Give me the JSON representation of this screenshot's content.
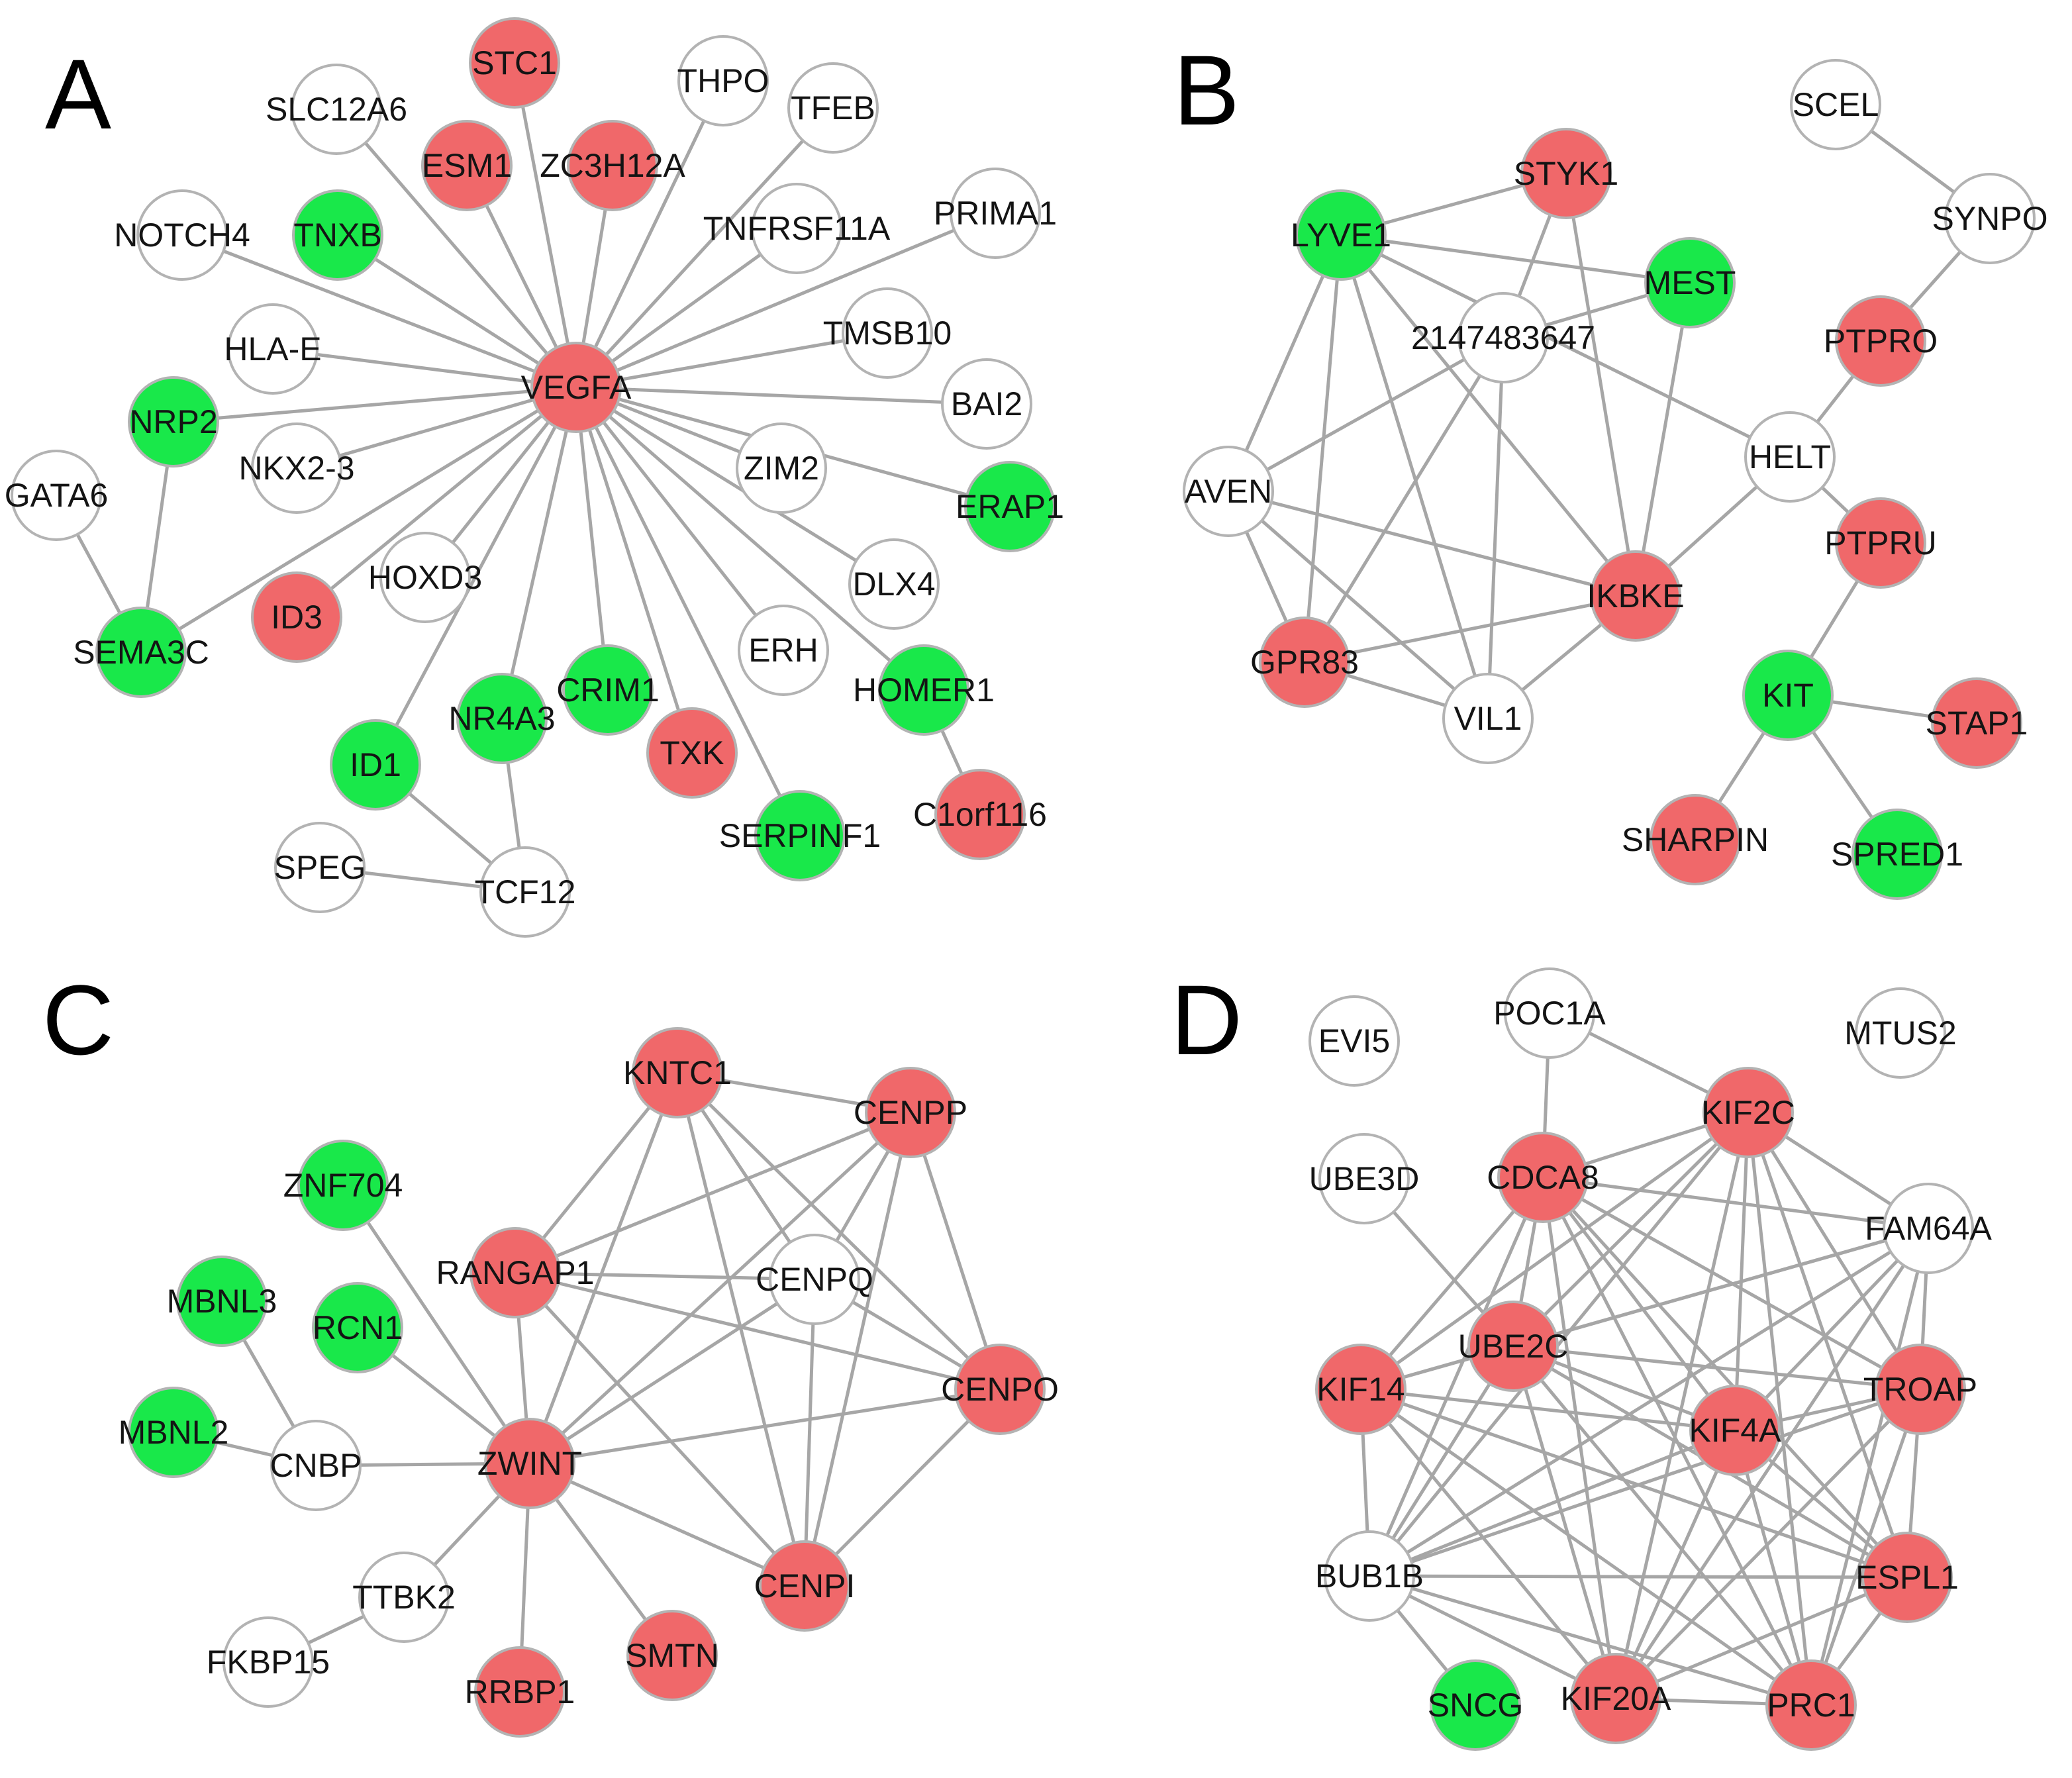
{
  "colors": {
    "up": "#f0686a",
    "down": "#19e84a",
    "neutral": "#ffffff",
    "edge": "#a6a6a6",
    "outline": "#b3b3b3"
  },
  "panels": [
    {
      "letter": "A",
      "nodes": [
        {
          "id": "VEGFA",
          "label": "VEGFA",
          "status": "up"
        },
        {
          "id": "STC1",
          "label": "STC1",
          "status": "up"
        },
        {
          "id": "ESM1",
          "label": "ESM1",
          "status": "up"
        },
        {
          "id": "ZC3H12A",
          "label": "ZC3H12A",
          "status": "up"
        },
        {
          "id": "THPO",
          "label": "THPO",
          "status": "neutral"
        },
        {
          "id": "TFEB",
          "label": "TFEB",
          "status": "neutral"
        },
        {
          "id": "SLC12A6",
          "label": "SLC12A6",
          "status": "neutral"
        },
        {
          "id": "NOTCH4",
          "label": "NOTCH4",
          "status": "neutral"
        },
        {
          "id": "TNXB",
          "label": "TNXB",
          "status": "down"
        },
        {
          "id": "TNFRSF11A",
          "label": "TNFRSF11A",
          "status": "neutral"
        },
        {
          "id": "PRIMA1",
          "label": "PRIMA1",
          "status": "neutral"
        },
        {
          "id": "HLA-E",
          "label": "HLA-E",
          "status": "neutral"
        },
        {
          "id": "TMSB10",
          "label": "TMSB10",
          "status": "neutral"
        },
        {
          "id": "BAI2",
          "label": "BAI2",
          "status": "neutral"
        },
        {
          "id": "NRP2",
          "label": "NRP2",
          "status": "down"
        },
        {
          "id": "NKX2-3",
          "label": "NKX2-3",
          "status": "neutral"
        },
        {
          "id": "ZIM2",
          "label": "ZIM2",
          "status": "neutral"
        },
        {
          "id": "ERAP1",
          "label": "ERAP1",
          "status": "down"
        },
        {
          "id": "GATA6",
          "label": "GATA6",
          "status": "neutral"
        },
        {
          "id": "HOXD3",
          "label": "HOXD3",
          "status": "neutral"
        },
        {
          "id": "ID3",
          "label": "ID3",
          "status": "up"
        },
        {
          "id": "DLX4",
          "label": "DLX4",
          "status": "neutral"
        },
        {
          "id": "SEMA3C",
          "label": "SEMA3C",
          "status": "down"
        },
        {
          "id": "ERH",
          "label": "ERH",
          "status": "neutral"
        },
        {
          "id": "CRIM1",
          "label": "CRIM1",
          "status": "down"
        },
        {
          "id": "HOMER1",
          "label": "HOMER1",
          "status": "down"
        },
        {
          "id": "NR4A3",
          "label": "NR4A3",
          "status": "down"
        },
        {
          "id": "TXK",
          "label": "TXK",
          "status": "up"
        },
        {
          "id": "ID1",
          "label": "ID1",
          "status": "down"
        },
        {
          "id": "C1orf116",
          "label": "C1orf116",
          "status": "up"
        },
        {
          "id": "SERPINF1",
          "label": "SERPINF1",
          "status": "down"
        },
        {
          "id": "SPEG",
          "label": "SPEG",
          "status": "neutral"
        },
        {
          "id": "TCF12",
          "label": "TCF12",
          "status": "neutral"
        }
      ],
      "edges": [
        [
          "VEGFA",
          "STC1"
        ],
        [
          "VEGFA",
          "ESM1"
        ],
        [
          "VEGFA",
          "ZC3H12A"
        ],
        [
          "VEGFA",
          "THPO"
        ],
        [
          "VEGFA",
          "TFEB"
        ],
        [
          "VEGFA",
          "SLC12A6"
        ],
        [
          "VEGFA",
          "NOTCH4"
        ],
        [
          "VEGFA",
          "TNXB"
        ],
        [
          "VEGFA",
          "TNFRSF11A"
        ],
        [
          "VEGFA",
          "PRIMA1"
        ],
        [
          "VEGFA",
          "HLA-E"
        ],
        [
          "VEGFA",
          "TMSB10"
        ],
        [
          "VEGFA",
          "BAI2"
        ],
        [
          "VEGFA",
          "NRP2"
        ],
        [
          "VEGFA",
          "NKX2-3"
        ],
        [
          "VEGFA",
          "ZIM2"
        ],
        [
          "VEGFA",
          "ERAP1"
        ],
        [
          "VEGFA",
          "HOXD3"
        ],
        [
          "VEGFA",
          "ID3"
        ],
        [
          "VEGFA",
          "DLX4"
        ],
        [
          "VEGFA",
          "SEMA3C"
        ],
        [
          "VEGFA",
          "ERH"
        ],
        [
          "VEGFA",
          "CRIM1"
        ],
        [
          "VEGFA",
          "HOMER1"
        ],
        [
          "VEGFA",
          "NR4A3"
        ],
        [
          "VEGFA",
          "TXK"
        ],
        [
          "VEGFA",
          "ID1"
        ],
        [
          "VEGFA",
          "SERPINF1"
        ],
        [
          "NRP2",
          "SEMA3C"
        ],
        [
          "GATA6",
          "SEMA3C"
        ],
        [
          "HOMER1",
          "C1orf116"
        ],
        [
          "ID1",
          "TCF12"
        ],
        [
          "NR4A3",
          "TCF12"
        ],
        [
          "SPEG",
          "TCF12"
        ]
      ]
    },
    {
      "letter": "B",
      "nodes": [
        {
          "id": "SCEL",
          "label": "SCEL",
          "status": "neutral"
        },
        {
          "id": "STYK1",
          "label": "STYK1",
          "status": "up"
        },
        {
          "id": "LYVE1",
          "label": "LYVE1",
          "status": "down"
        },
        {
          "id": "SYNPO",
          "label": "SYNPO",
          "status": "neutral"
        },
        {
          "id": "MEST",
          "label": "MEST",
          "status": "down"
        },
        {
          "id": "2147483647",
          "label": "2147483647",
          "status": "neutral"
        },
        {
          "id": "PTPRO",
          "label": "PTPRO",
          "status": "up"
        },
        {
          "id": "HELT",
          "label": "HELT",
          "status": "neutral"
        },
        {
          "id": "AVEN",
          "label": "AVEN",
          "status": "neutral"
        },
        {
          "id": "PTPRU",
          "label": "PTPRU",
          "status": "up"
        },
        {
          "id": "IKBKE",
          "label": "IKBKE",
          "status": "up"
        },
        {
          "id": "GPR83",
          "label": "GPR83",
          "status": "up"
        },
        {
          "id": "KIT",
          "label": "KIT",
          "status": "down"
        },
        {
          "id": "VIL1",
          "label": "VIL1",
          "status": "neutral"
        },
        {
          "id": "STAP1",
          "label": "STAP1",
          "status": "up"
        },
        {
          "id": "SHARPIN",
          "label": "SHARPIN",
          "status": "up"
        },
        {
          "id": "SPRED1",
          "label": "SPRED1",
          "status": "down"
        }
      ],
      "edges": [
        [
          "LYVE1",
          "STYK1"
        ],
        [
          "LYVE1",
          "MEST"
        ],
        [
          "LYVE1",
          "AVEN"
        ],
        [
          "LYVE1",
          "GPR83"
        ],
        [
          "LYVE1",
          "VIL1"
        ],
        [
          "LYVE1",
          "IKBKE"
        ],
        [
          "LYVE1",
          "HELT"
        ],
        [
          "STYK1",
          "2147483647"
        ],
        [
          "STYK1",
          "IKBKE"
        ],
        [
          "MEST",
          "2147483647"
        ],
        [
          "MEST",
          "IKBKE"
        ],
        [
          "2147483647",
          "AVEN"
        ],
        [
          "2147483647",
          "GPR83"
        ],
        [
          "2147483647",
          "VIL1"
        ],
        [
          "AVEN",
          "GPR83"
        ],
        [
          "AVEN",
          "VIL1"
        ],
        [
          "AVEN",
          "IKBKE"
        ],
        [
          "GPR83",
          "IKBKE"
        ],
        [
          "GPR83",
          "VIL1"
        ],
        [
          "VIL1",
          "IKBKE"
        ],
        [
          "IKBKE",
          "HELT"
        ],
        [
          "HELT",
          "PTPRO"
        ],
        [
          "HELT",
          "PTPRU"
        ],
        [
          "PTPRO",
          "SYNPO"
        ],
        [
          "SCEL",
          "SYNPO"
        ],
        [
          "PTPRU",
          "KIT"
        ],
        [
          "KIT",
          "STAP1"
        ],
        [
          "KIT",
          "SHARPIN"
        ],
        [
          "KIT",
          "SPRED1"
        ]
      ]
    },
    {
      "letter": "C",
      "nodes": [
        {
          "id": "KNTC1",
          "label": "KNTC1",
          "status": "up"
        },
        {
          "id": "CENPP",
          "label": "CENPP",
          "status": "up"
        },
        {
          "id": "ZNF704",
          "label": "ZNF704",
          "status": "down"
        },
        {
          "id": "RANGAP1",
          "label": "RANGAP1",
          "status": "up"
        },
        {
          "id": "CENPQ",
          "label": "CENPQ",
          "status": "neutral"
        },
        {
          "id": "MBNL3",
          "label": "MBNL3",
          "status": "down"
        },
        {
          "id": "RCN1",
          "label": "RCN1",
          "status": "down"
        },
        {
          "id": "CENPO",
          "label": "CENPO",
          "status": "up"
        },
        {
          "id": "MBNL2",
          "label": "MBNL2",
          "status": "down"
        },
        {
          "id": "CNBP",
          "label": "CNBP",
          "status": "neutral"
        },
        {
          "id": "ZWINT",
          "label": "ZWINT",
          "status": "up"
        },
        {
          "id": "CENPI",
          "label": "CENPI",
          "status": "up"
        },
        {
          "id": "TTBK2",
          "label": "TTBK2",
          "status": "neutral"
        },
        {
          "id": "FKBP15",
          "label": "FKBP15",
          "status": "neutral"
        },
        {
          "id": "SMTN",
          "label": "SMTN",
          "status": "up"
        },
        {
          "id": "RRBP1",
          "label": "RRBP1",
          "status": "up"
        }
      ],
      "edges": [
        [
          "KNTC1",
          "CENPP"
        ],
        [
          "KNTC1",
          "RANGAP1"
        ],
        [
          "KNTC1",
          "ZWINT"
        ],
        [
          "KNTC1",
          "CENPQ"
        ],
        [
          "KNTC1",
          "CENPO"
        ],
        [
          "KNTC1",
          "CENPI"
        ],
        [
          "CENPP",
          "RANGAP1"
        ],
        [
          "CENPP",
          "ZWINT"
        ],
        [
          "CENPP",
          "CENPQ"
        ],
        [
          "CENPP",
          "CENPO"
        ],
        [
          "CENPP",
          "CENPI"
        ],
        [
          "RANGAP1",
          "CENPQ"
        ],
        [
          "RANGAP1",
          "CENPO"
        ],
        [
          "RANGAP1",
          "ZWINT"
        ],
        [
          "RANGAP1",
          "CENPI"
        ],
        [
          "CENPQ",
          "ZWINT"
        ],
        [
          "CENPQ",
          "CENPO"
        ],
        [
          "CENPQ",
          "CENPI"
        ],
        [
          "CENPO",
          "ZWINT"
        ],
        [
          "CENPO",
          "CENPI"
        ],
        [
          "ZWINT",
          "CENPI"
        ],
        [
          "ZWINT",
          "ZNF704"
        ],
        [
          "ZWINT",
          "RCN1"
        ],
        [
          "ZWINT",
          "CNBP"
        ],
        [
          "ZWINT",
          "TTBK2"
        ],
        [
          "ZWINT",
          "RRBP1"
        ],
        [
          "ZWINT",
          "SMTN"
        ],
        [
          "MBNL3",
          "CNBP"
        ],
        [
          "MBNL2",
          "CNBP"
        ],
        [
          "TTBK2",
          "FKBP15"
        ]
      ]
    },
    {
      "letter": "D",
      "nodes": [
        {
          "id": "EVI5",
          "label": "EVI5",
          "status": "neutral"
        },
        {
          "id": "POC1A",
          "label": "POC1A",
          "status": "neutral"
        },
        {
          "id": "MTUS2",
          "label": "MTUS2",
          "status": "neutral"
        },
        {
          "id": "KIF2C",
          "label": "KIF2C",
          "status": "up"
        },
        {
          "id": "UBE3D",
          "label": "UBE3D",
          "status": "neutral"
        },
        {
          "id": "CDCA8",
          "label": "CDCA8",
          "status": "up"
        },
        {
          "id": "FAM64A",
          "label": "FAM64A",
          "status": "neutral"
        },
        {
          "id": "UBE2C",
          "label": "UBE2C",
          "status": "up"
        },
        {
          "id": "KIF14",
          "label": "KIF14",
          "status": "up"
        },
        {
          "id": "TROAP",
          "label": "TROAP",
          "status": "up"
        },
        {
          "id": "KIF4A",
          "label": "KIF4A",
          "status": "up"
        },
        {
          "id": "BUB1B",
          "label": "BUB1B",
          "status": "neutral"
        },
        {
          "id": "ESPL1",
          "label": "ESPL1",
          "status": "up"
        },
        {
          "id": "SNCG",
          "label": "SNCG",
          "status": "down"
        },
        {
          "id": "KIF20A",
          "label": "KIF20A",
          "status": "up"
        },
        {
          "id": "PRC1",
          "label": "PRC1",
          "status": "up"
        }
      ],
      "edges": [
        [
          "POC1A",
          "CDCA8"
        ],
        [
          "POC1A",
          "KIF2C"
        ],
        [
          "UBE3D",
          "UBE2C"
        ],
        [
          "BUB1B",
          "SNCG"
        ],
        [
          "CDCA8",
          "KIF2C"
        ],
        [
          "CDCA8",
          "FAM64A"
        ],
        [
          "CDCA8",
          "UBE2C"
        ],
        [
          "CDCA8",
          "KIF14"
        ],
        [
          "CDCA8",
          "TROAP"
        ],
        [
          "CDCA8",
          "KIF4A"
        ],
        [
          "CDCA8",
          "BUB1B"
        ],
        [
          "CDCA8",
          "ESPL1"
        ],
        [
          "CDCA8",
          "KIF20A"
        ],
        [
          "CDCA8",
          "PRC1"
        ],
        [
          "KIF2C",
          "FAM64A"
        ],
        [
          "KIF2C",
          "UBE2C"
        ],
        [
          "KIF2C",
          "KIF14"
        ],
        [
          "KIF2C",
          "TROAP"
        ],
        [
          "KIF2C",
          "KIF4A"
        ],
        [
          "KIF2C",
          "BUB1B"
        ],
        [
          "KIF2C",
          "ESPL1"
        ],
        [
          "KIF2C",
          "KIF20A"
        ],
        [
          "KIF2C",
          "PRC1"
        ],
        [
          "FAM64A",
          "UBE2C"
        ],
        [
          "FAM64A",
          "KIF14"
        ],
        [
          "FAM64A",
          "TROAP"
        ],
        [
          "FAM64A",
          "KIF4A"
        ],
        [
          "FAM64A",
          "BUB1B"
        ],
        [
          "FAM64A",
          "KIF20A"
        ],
        [
          "FAM64A",
          "PRC1"
        ],
        [
          "UBE2C",
          "KIF14"
        ],
        [
          "UBE2C",
          "TROAP"
        ],
        [
          "UBE2C",
          "KIF4A"
        ],
        [
          "UBE2C",
          "BUB1B"
        ],
        [
          "UBE2C",
          "ESPL1"
        ],
        [
          "UBE2C",
          "KIF20A"
        ],
        [
          "UBE2C",
          "PRC1"
        ],
        [
          "KIF14",
          "KIF4A"
        ],
        [
          "KIF14",
          "BUB1B"
        ],
        [
          "KIF14",
          "ESPL1"
        ],
        [
          "KIF14",
          "KIF20A"
        ],
        [
          "KIF14",
          "PRC1"
        ],
        [
          "TROAP",
          "KIF4A"
        ],
        [
          "TROAP",
          "ESPL1"
        ],
        [
          "TROAP",
          "KIF20A"
        ],
        [
          "TROAP",
          "PRC1"
        ],
        [
          "TROAP",
          "BUB1B"
        ],
        [
          "KIF4A",
          "BUB1B"
        ],
        [
          "KIF4A",
          "ESPL1"
        ],
        [
          "KIF4A",
          "KIF20A"
        ],
        [
          "KIF4A",
          "PRC1"
        ],
        [
          "BUB1B",
          "ESPL1"
        ],
        [
          "BUB1B",
          "KIF20A"
        ],
        [
          "BUB1B",
          "PRC1"
        ],
        [
          "ESPL1",
          "KIF20A"
        ],
        [
          "ESPL1",
          "PRC1"
        ],
        [
          "KIF20A",
          "PRC1"
        ]
      ]
    }
  ]
}
